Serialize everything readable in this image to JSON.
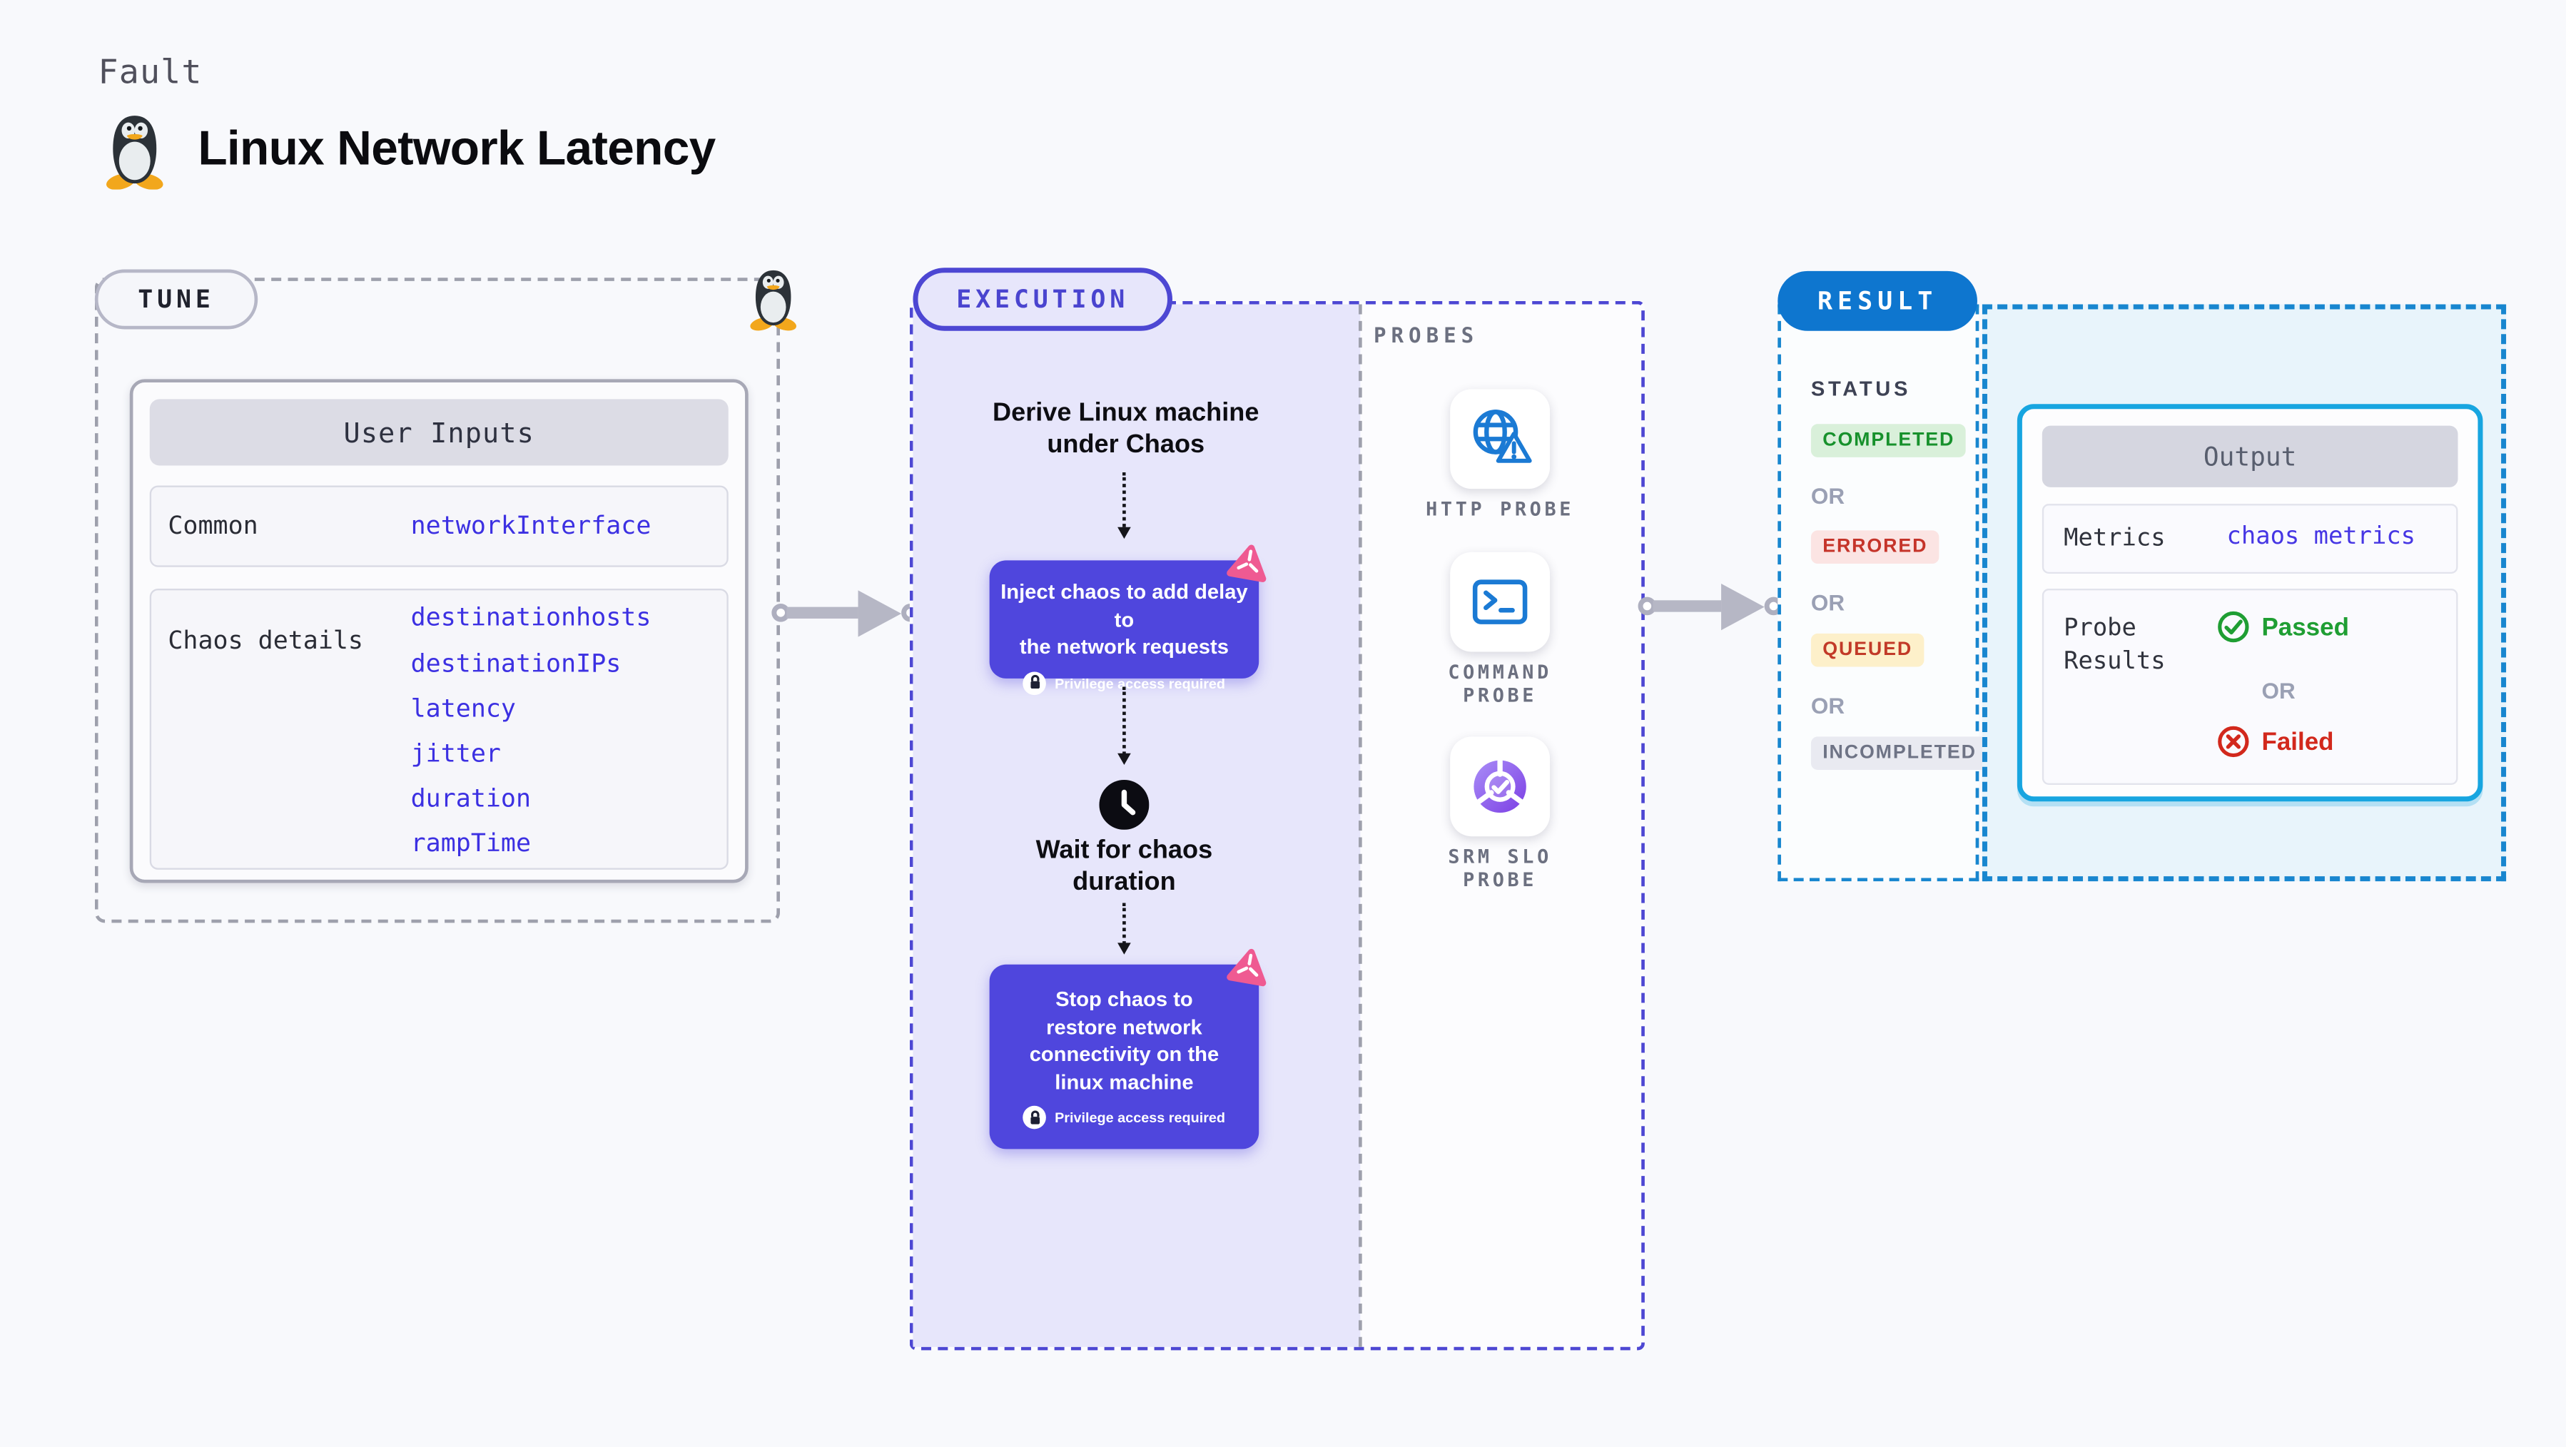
{
  "page": {
    "kicker": "Fault",
    "title": "Linux Network Latency"
  },
  "tune": {
    "label": "TUNE",
    "table_title": "User Inputs",
    "rows": [
      {
        "label": "Common",
        "values": [
          "networkInterface"
        ]
      },
      {
        "label": "Chaos details",
        "values": [
          "destinationhosts",
          "destinationIPs",
          "latency",
          "jitter",
          "duration",
          "rampTime"
        ]
      }
    ]
  },
  "execution": {
    "label": "EXECUTION",
    "derive_lines": [
      "Derive Linux machine",
      "under Chaos"
    ],
    "inject_lines": [
      "Inject chaos to add delay to",
      "the network requests"
    ],
    "privilege_note": "Privilege access required",
    "wait_lines": [
      "Wait for chaos",
      "duration"
    ],
    "stop_lines": [
      "Stop chaos to",
      "restore network",
      "connectivity on the",
      "linux machine"
    ]
  },
  "probes": {
    "label": "PROBES",
    "items": [
      {
        "icon": "http-probe-icon",
        "lines": [
          "HTTP PROBE",
          ""
        ]
      },
      {
        "icon": "command-probe-icon",
        "lines": [
          "COMMAND",
          "PROBE"
        ]
      },
      {
        "icon": "srm-slo-probe-icon",
        "lines": [
          "SRM SLO",
          "PROBE"
        ]
      }
    ]
  },
  "result": {
    "label": "RESULT",
    "status_title": "STATUS",
    "or_label": "OR",
    "statuses": [
      {
        "label": "COMPLETED",
        "bg": "#d9f0da",
        "color": "#17912c"
      },
      {
        "label": "ERRORED",
        "bg": "#fbe4e3",
        "color": "#c5342a"
      },
      {
        "label": "QUEUED",
        "bg": "#fdf0ca",
        "color": "#c23a28"
      },
      {
        "label": "INCOMPLETED",
        "bg": "#e9eaf1",
        "color": "#6e7385"
      }
    ],
    "output": {
      "title": "Output",
      "metrics_label": "Metrics",
      "metrics_value": "chaos metrics",
      "probe_results_lines": [
        "Probe",
        "Results"
      ],
      "passed_label": "Passed",
      "or_label": "OR",
      "failed_label": "Failed",
      "passed_color": "#1f9e33",
      "failed_color": "#d2281c"
    }
  },
  "colors": {
    "code_accent": "#3c30e2",
    "execution_accent": "#4d47d3",
    "result_pill": "#0e76cf",
    "result_dash": "#1886cf",
    "node_bg": "#4f46dd",
    "probe_icon_blue": "#1b7ad4",
    "chaos_pink": "#ef5a92"
  }
}
